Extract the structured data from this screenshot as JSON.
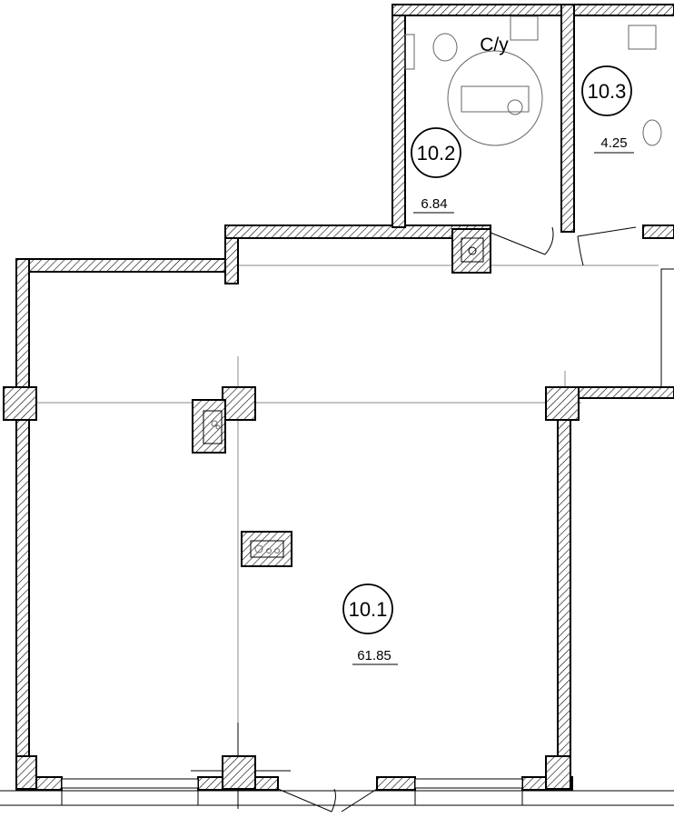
{
  "plan": {
    "rooms": [
      {
        "id": "10.1",
        "number": "10.1",
        "area": "61.85"
      },
      {
        "id": "10.2",
        "number": "10.2",
        "area": "6.84",
        "label": "С/у"
      },
      {
        "id": "10.3",
        "number": "10.3",
        "area": "4.25"
      }
    ]
  }
}
